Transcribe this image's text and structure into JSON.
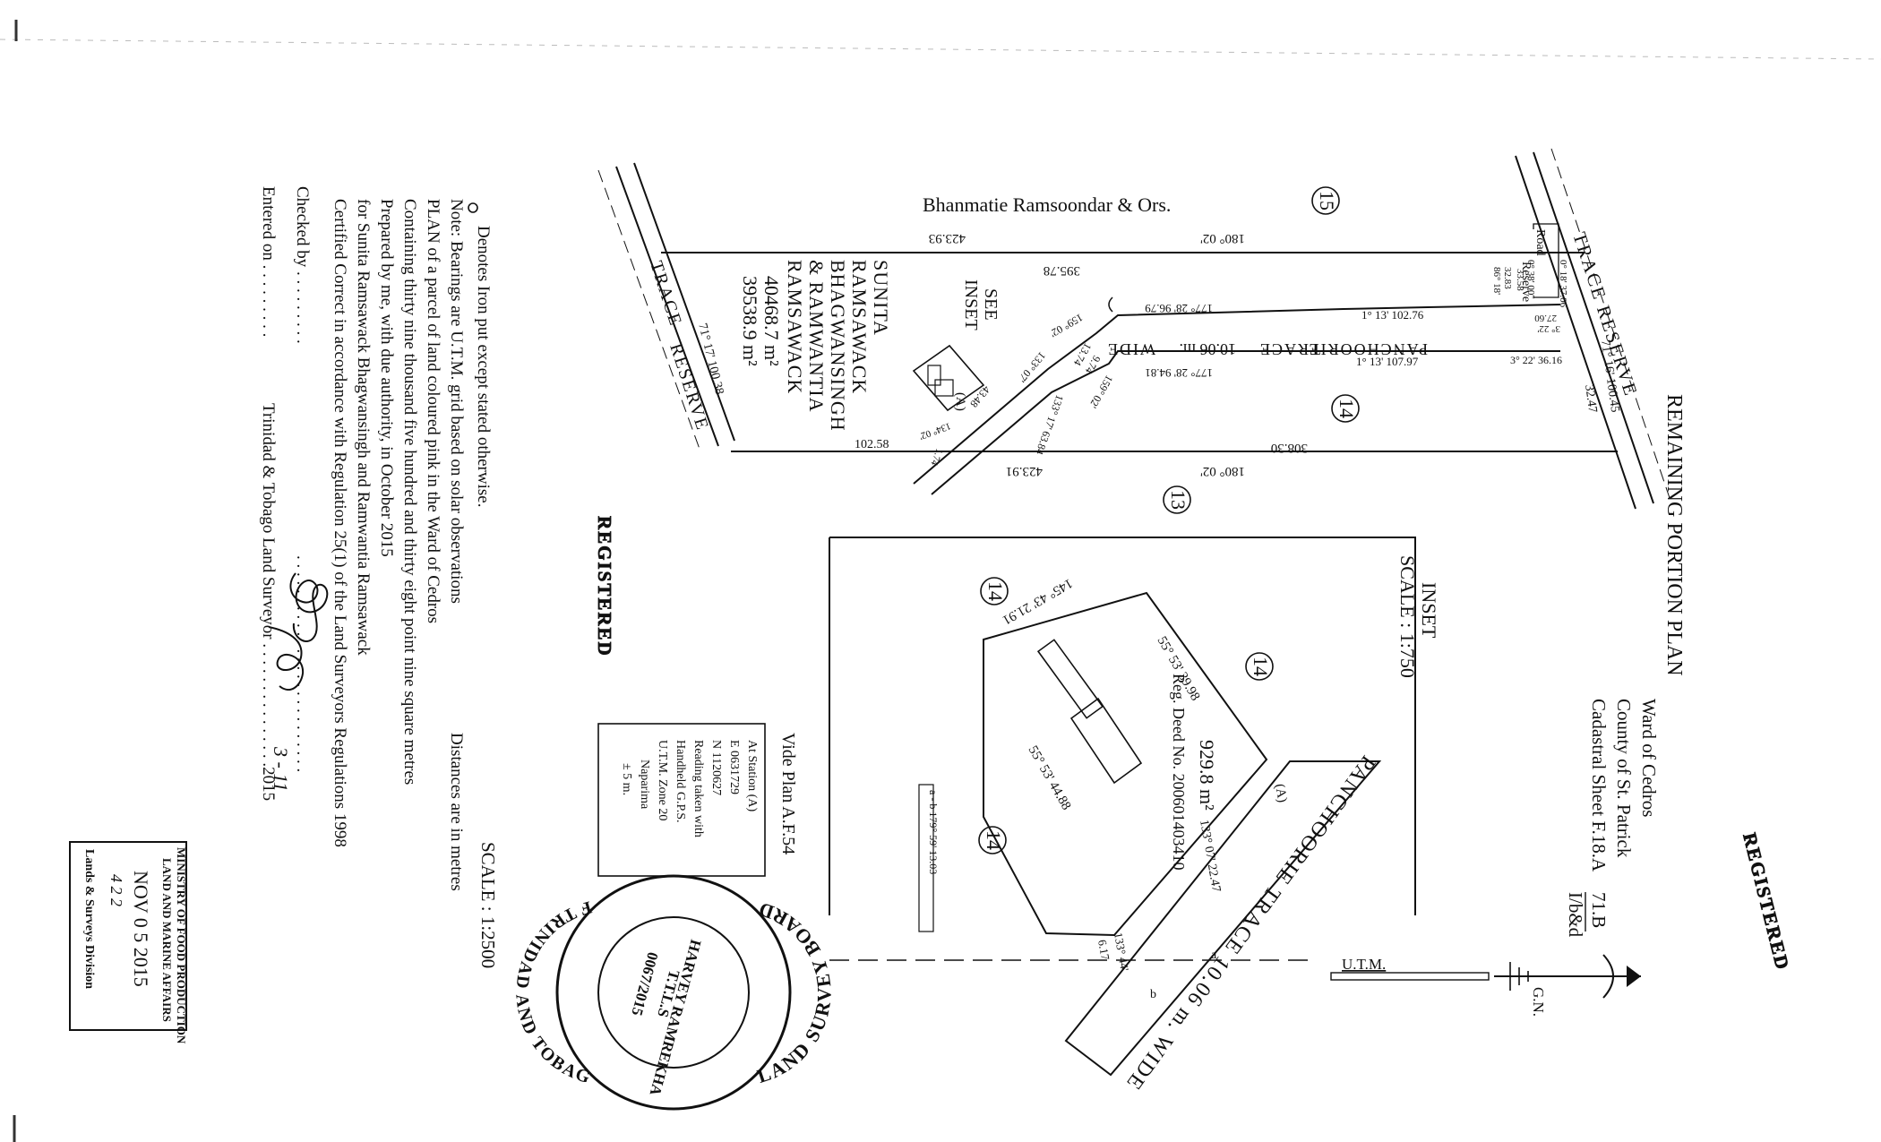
{
  "header": {
    "title": "REMAINING PORTION PLAN",
    "ward": "Ward of Cedros",
    "county": "County of St. Patrick",
    "cadastral": "Cadastral Sheet F.18.A",
    "sheet_ref": "71.B",
    "sheet_sub": "I/b&d",
    "registered": "REGISTERED"
  },
  "north": {
    "gn": "G.N.",
    "utm": "U.T.M."
  },
  "roads": {
    "trace_reserve": "TRACE RESERVE",
    "trace_word": "TRACE",
    "reserve_word": "RESERVE",
    "panchoorie": "PANCHOORIE",
    "trace": "TRACE",
    "width": "10.06 m.",
    "wide": "WIDE",
    "road_reserve_1": "Road",
    "road_reserve_2": "Reserve"
  },
  "main_plan": {
    "neighbour_north": "Bhanmatie Ramsoondar & Ors.",
    "lot_15": "15",
    "lot_14": "14",
    "lot_13": "13",
    "owner_1": "SUNITA",
    "owner_2": "RAMSAWACK",
    "owner_3": "BHAGWANSINGH",
    "owner_4": "& RAMWANTIA",
    "owner_5": "RAMSAWACK",
    "area_total": "40468.7 m²",
    "area_remaining": "39538.9 m²",
    "see_1": "SEE",
    "see_2": "INSET",
    "station_a": "(A)",
    "bearings": {
      "top_edge": "180°   02'",
      "top_left_dist": "423.93",
      "top_right_dist": "395.78",
      "bottom_edge": "180°   02'",
      "bottom_right_dist": "308.30",
      "bottom_left_dist": "423.91",
      "left_side": "71° 17'   100.38",
      "left_side_2": "102.58",
      "right_side": "71°   16'   100.45",
      "right_side_2": "32.47",
      "road_1": "1° 13'  102.76",
      "road_2": "1° 13'  107.97",
      "road_3": "177° 28'  96.79",
      "road_4": "177° 28'  94.81",
      "road_5": "159° 02'",
      "road_5d": "13.74",
      "road_6": "159° 02'",
      "road_6d": "9.74",
      "road_7": "133° 07'",
      "road_7d": "43.48",
      "road_8": "133° 17'  63.84",
      "road_9": "3° 22'",
      "road_9d": "27.60",
      "road_10": "3° 22'  36.16",
      "road_11": "0° 38' 00\"",
      "road_11d": "33.58",
      "road_12": "0° 18'  37.06",
      "road_13": "32.83",
      "road_13b": "86° 18'",
      "road_14": "134° 02'",
      "road_14d": "1.74"
    }
  },
  "inset": {
    "title": "INSET",
    "scale": "SCALE : 1:750",
    "road_name": "PANCHOORIE   TRACE   10.06 m.   WIDE",
    "lot_14": "14",
    "area": "929.8 m²",
    "deed": "Reg. Deed No. 200601403410",
    "b1": "55°   53'   39.98",
    "b2": "145°   43'   21.91",
    "b3": "55°   53'   44.88",
    "b4": "133°  07'  22.47",
    "b5": "133° 44'",
    "b5d": "6.17",
    "station_a": "(A)",
    "point_a": "a",
    "point_b": "b",
    "ab": "a - b   179° 59'   13.03"
  },
  "station_box": {
    "title": "Vide Plan A.F.54",
    "lines": [
      "At Station (A)",
      "E 0631729",
      "N 1120627",
      "Reading taken with",
      "Handheld G.P.S.",
      "U.T.M. Zone 20",
      "Naparima",
      "± 5 m."
    ]
  },
  "notes": {
    "iron": "Denotes Iron put except stated otherwise.",
    "scale": "SCALE : 1:2500",
    "bearings": "Note: Bearings are U.T.M. grid based on solar observations",
    "distances": "Distances are in metres",
    "plan": "PLAN of a parcel of land coloured pink in the Ward of Cedros",
    "containing": "Containing thirty nine thousand five hundred and thirty eight point nine square metres",
    "prepared": "Prepared by me, with due authority, in October 2015",
    "for": "for Sunita Ramsawack Bhagwansingh and Ramwantia Ramsawack",
    "certified": "Certified Correct in accordance with Regulation 25(1) of the Land Surveyors Regulations 1998",
    "checked": "Checked by . . . . . . . . .",
    "checked_dots": ". . . . . . . . . . . . . . . . . . . . . . . . . .",
    "entered": "Entered on . . . . . . . . .",
    "surveyor": "Trinidad & Tobago  Land Surveyor . . . . . . . . . . . . . . .2015",
    "hand_date": "3 - 11",
    "registered": "REGISTERED"
  },
  "stamps": {
    "ministry_1": "MINISTRY OF FOOD PRODUCTION",
    "ministry_2": "LAND AND MARINE AFFAIRS",
    "ministry_date": "NOV 0 5 2015",
    "ministry_hand": "4 2 2",
    "ministry_3": "Lands & Surveys Division",
    "seal_ring_1": "LAND SURVEY BOARD",
    "seal_ring_2": "OF TRINIDAD AND TOBAGO",
    "seal_name": "HARVEY RAMREKHA",
    "seal_tls": "T.T.L.S",
    "seal_no": "0067/2015"
  }
}
